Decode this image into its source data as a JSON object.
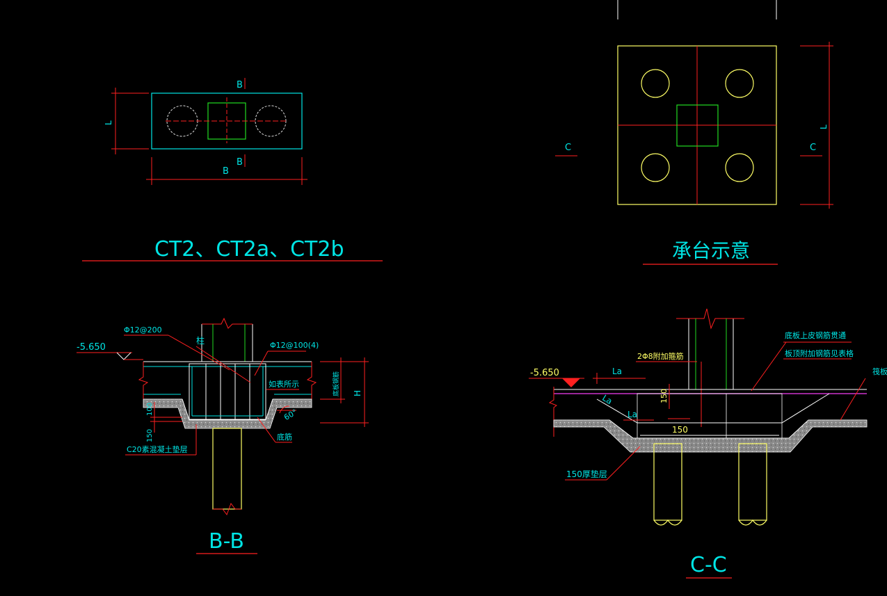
{
  "colors": {
    "background": "#000000",
    "cyan": "#00e5e5",
    "red": "#ff2020",
    "yellow": "#ffff66",
    "green": "#22dd22",
    "white": "#ffffff",
    "gray": "#bbbbbb",
    "magenta": "#cc33cc"
  },
  "plan_ct2": {
    "title": "CT2、CT2a、CT2b",
    "dim_l": "L",
    "dim_b": "B",
    "section_mark_top": "B",
    "section_mark_bottom": "B"
  },
  "plan_cap": {
    "title": "承台示意",
    "section_mark_left": "C",
    "section_mark_right": "C",
    "dim_l": "L"
  },
  "section_bb": {
    "title": "B-B",
    "elevation": "-5.650",
    "rebar_top": "Φ12@200",
    "column_label": "柱",
    "stirrup": "Φ12@100(4)",
    "as_shown": "如表所示",
    "bottom_rebar_side": "底板钢筋",
    "height": "H",
    "dim_100": "100",
    "dim_150": "150",
    "angle": "60°",
    "cushion": "C20素混凝土垫层",
    "bottom_rebar": "底筋"
  },
  "section_cc": {
    "title": "C-C",
    "elevation": "-5.650",
    "add_rebar": "2Φ8附加箍筋",
    "note_1": "底板上皮钢筋贯通",
    "note_2": "板顶附加钢筋见表格",
    "slab_label": "筏板",
    "la_top": "La",
    "la_slope": "La",
    "la_bottom": "La",
    "dim_150_v": "150",
    "dim_150_h": "150",
    "cushion": "150厚垫层"
  }
}
